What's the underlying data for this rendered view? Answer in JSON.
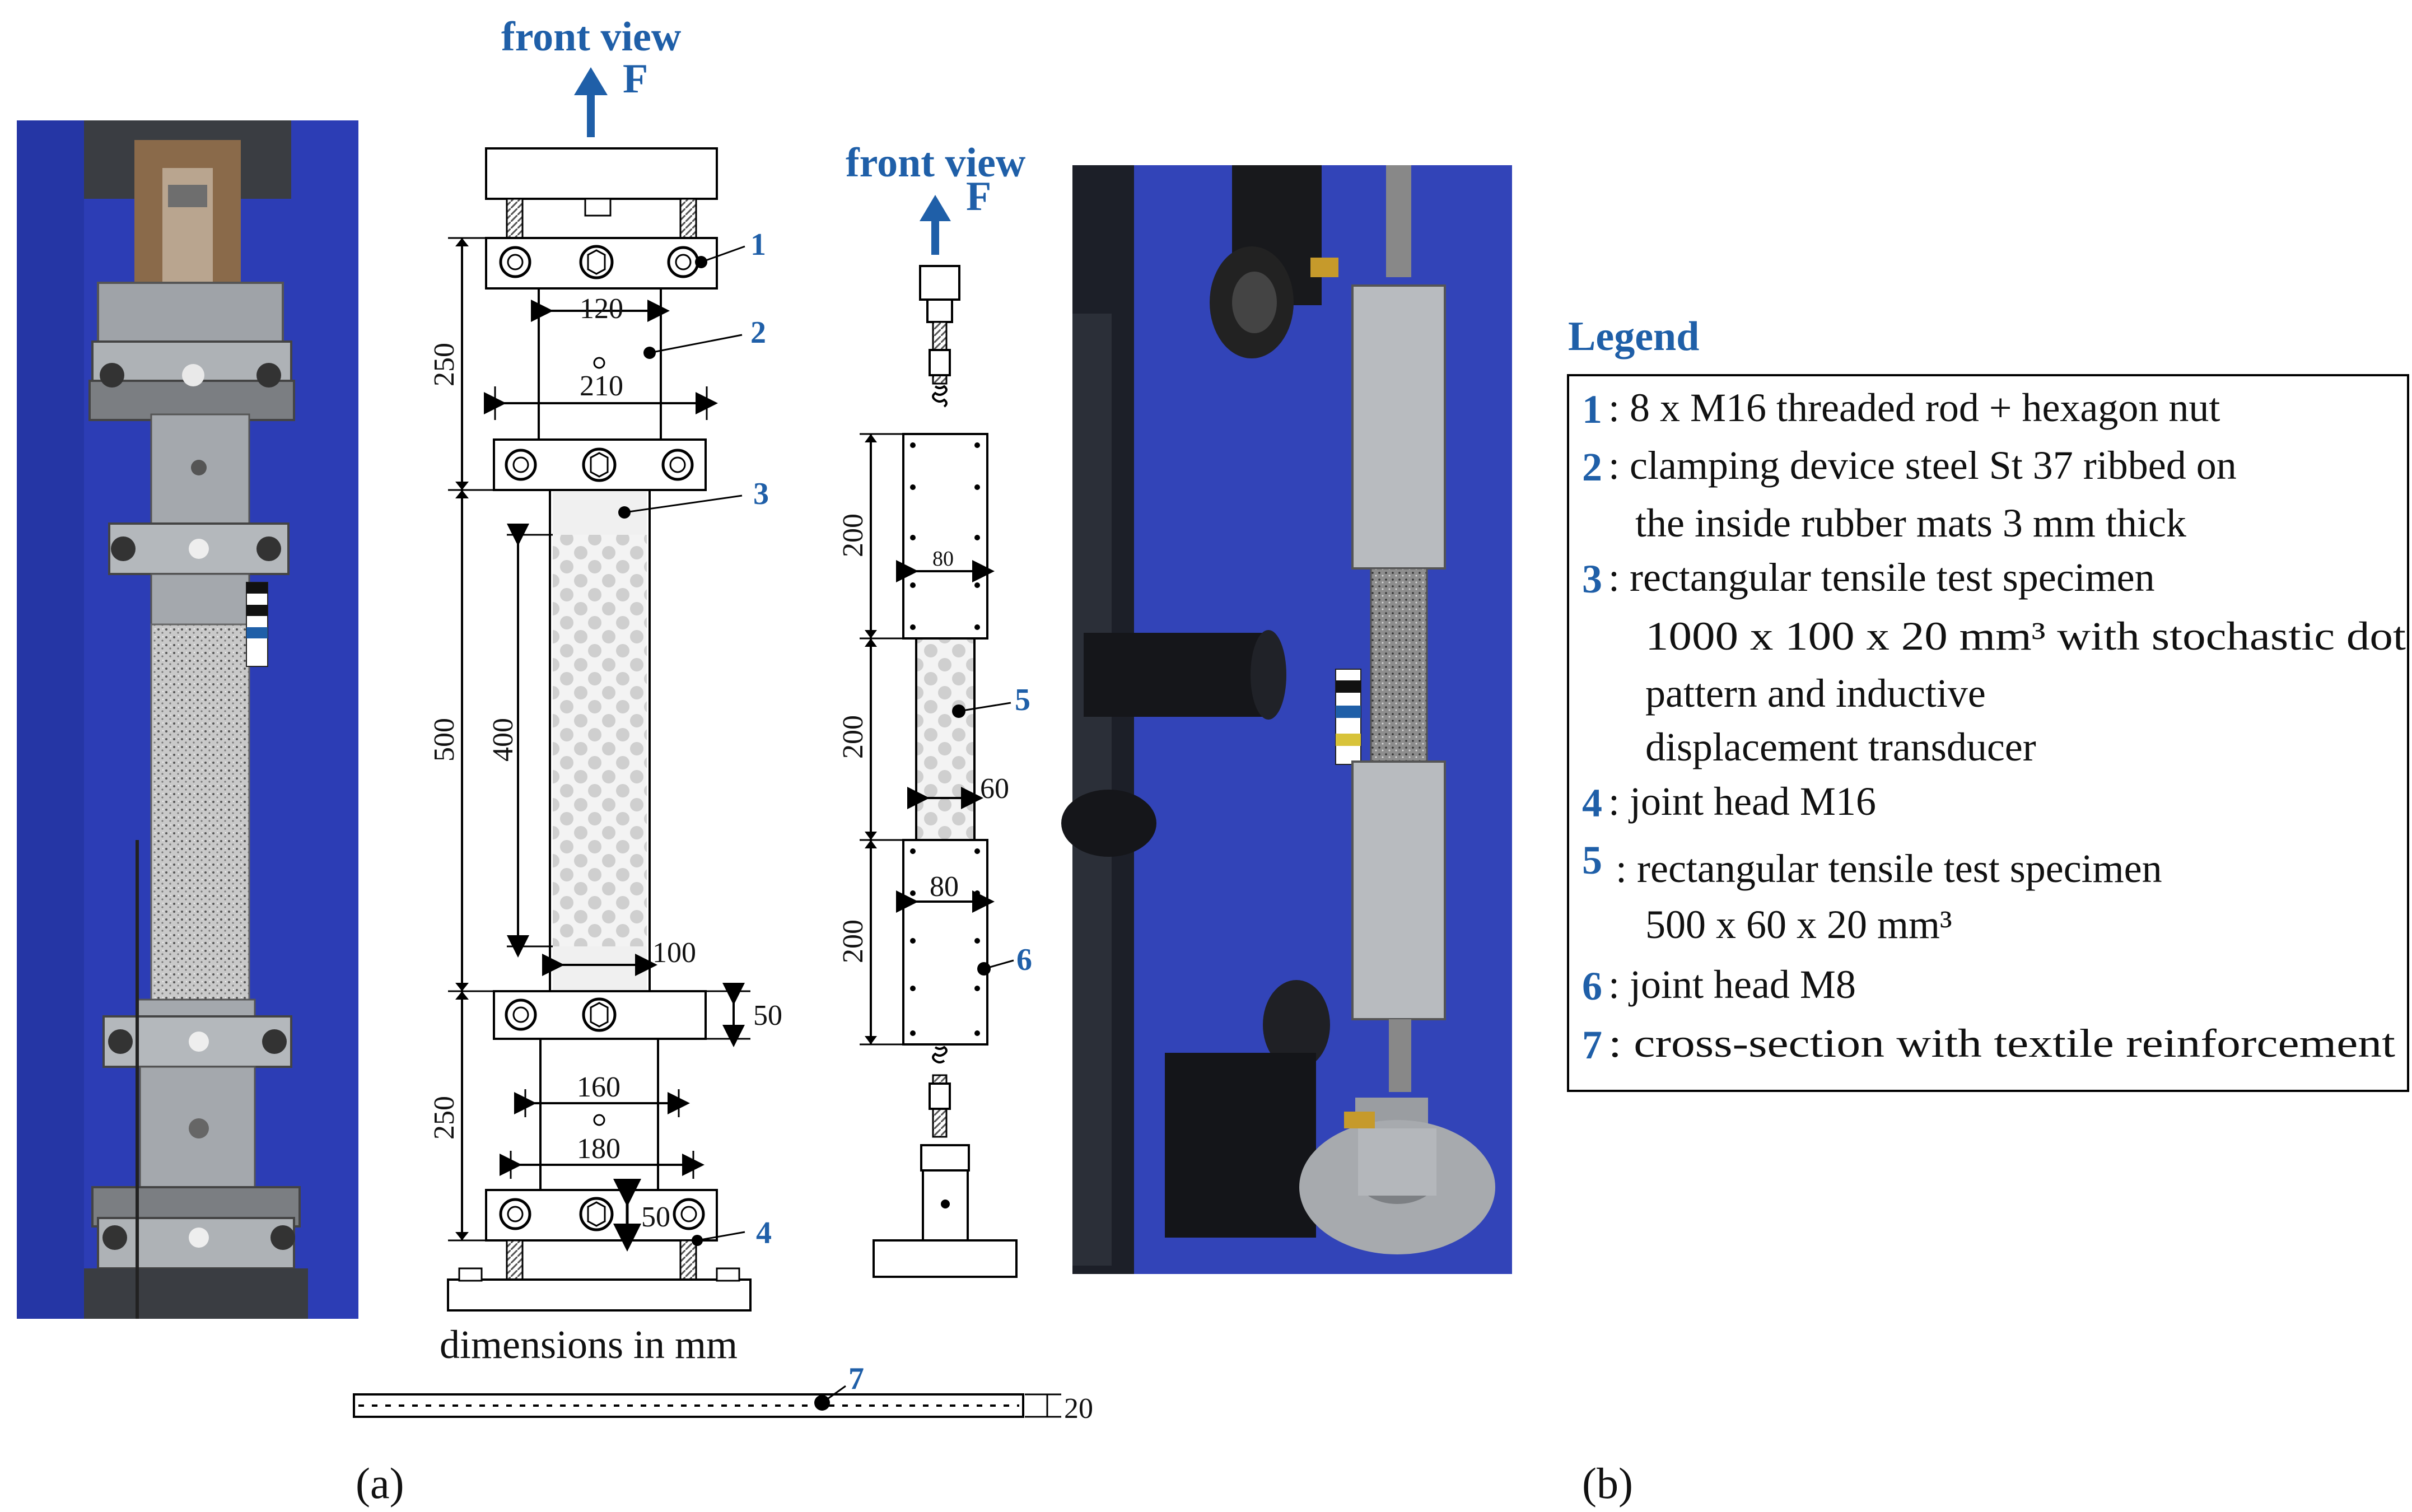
{
  "drawing_a": {
    "front_view": "front view",
    "force": "F",
    "callout_1": "1",
    "callout_2": "2",
    "callout_3": "3",
    "callout_4": "4",
    "dim_120": "120",
    "dim_210": "210",
    "dim_250_top": "250",
    "dim_500": "500",
    "dim_400": "400",
    "dim_100": "100",
    "dim_50_a": "50",
    "dim_250_bottom": "250",
    "dim_160": "160",
    "dim_180": "180",
    "dim_50_b": "50",
    "dimensions_note": "dimensions in mm",
    "callout_7": "7",
    "dim_20": "20"
  },
  "drawing_b": {
    "front_view": "front view",
    "force": "F",
    "dim_200_top": "200",
    "dim_80_top": "80",
    "dim_200_mid": "200",
    "callout_5": "5",
    "dim_60": "60",
    "dim_200_bottom": "200",
    "dim_80_bottom": "80",
    "callout_6": "6"
  },
  "legend": {
    "title": "Legend",
    "items": [
      {
        "num": "1",
        "lines": [
          ": 8 x M16 threaded rod + hexagon nut"
        ]
      },
      {
        "num": "2",
        "lines": [
          ": clamping device steel St 37 ribbed on",
          "the inside rubber mats 3 mm thick"
        ]
      },
      {
        "num": "3",
        "lines": [
          ": rectangular tensile test specimen",
          "1000 x 100 x 20 mm³  with stochastic dot",
          "pattern and inductive",
          "displacement transducer"
        ]
      },
      {
        "num": "4",
        "lines": [
          ": joint head M16"
        ]
      },
      {
        "num": "5",
        "lines": [
          ": rectangular tensile test specimen",
          "500 x 60 x 20 mm³"
        ]
      },
      {
        "num": "6",
        "lines": [
          ": joint head M8"
        ]
      },
      {
        "num": "7",
        "lines": [
          ": cross-section with textile reinforcement"
        ]
      }
    ]
  },
  "captions": {
    "a": "(a)",
    "b": "(b)"
  },
  "colors": {
    "accent_blue": "#1f5fa8",
    "photo_background_blue": "#2b3fb8",
    "steel": "#a9adb3"
  }
}
